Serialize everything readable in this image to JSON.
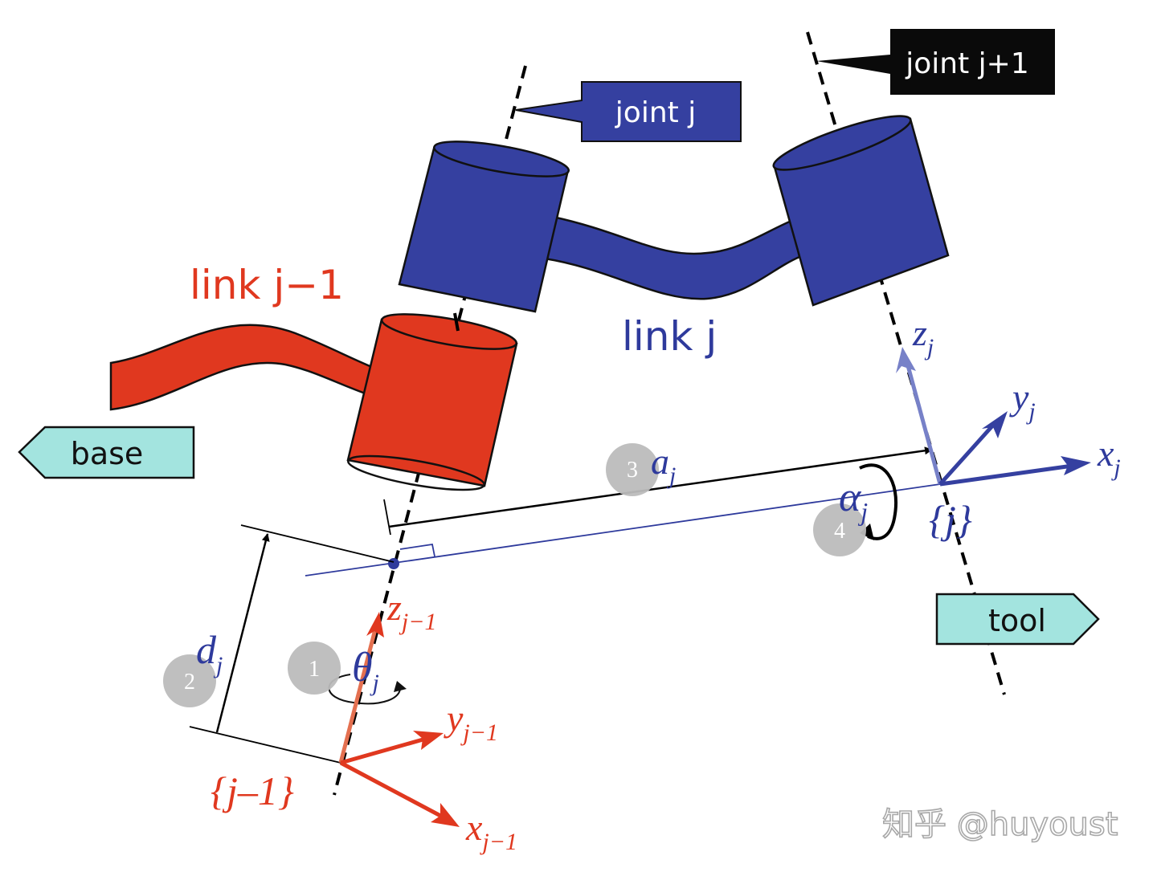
{
  "labels": {
    "joint_j": "joint j",
    "joint_j1": "joint j+1",
    "link_jm1": "link j−1",
    "link_j": "link j",
    "base": "base",
    "tool": "tool"
  },
  "math": {
    "z_j": "z",
    "z_j_sub": "j",
    "y_j": "y",
    "y_j_sub": "j",
    "x_j": "x",
    "x_j_sub": "j",
    "frame_j": "{j}",
    "a_j": "a",
    "a_j_sub": "j",
    "alpha_j": "α",
    "alpha_j_sub": "j",
    "d_j": "d",
    "d_j_sub": "j",
    "theta_j": "θ",
    "theta_j_sub": "j",
    "z_jm1": "z",
    "z_jm1_sub": "j−1",
    "y_jm1": "y",
    "y_jm1_sub": "j−1",
    "x_jm1": "x",
    "x_jm1_sub": "j−1",
    "frame_jm1": "{j–1}"
  },
  "steps": {
    "s1": "1",
    "s2": "2",
    "s3": "3",
    "s4": "4"
  },
  "watermark": "知乎 @huyoust",
  "colors": {
    "blue_body": "#3540a0",
    "red_body": "#e0381f",
    "label_bg": "#3540a0",
    "label_dark": "#0a0a0a",
    "teal": "#a3e4df",
    "math_blue": "#2e3a9c",
    "math_red": "#e0381f",
    "step_circle": "#bcbcbc"
  }
}
